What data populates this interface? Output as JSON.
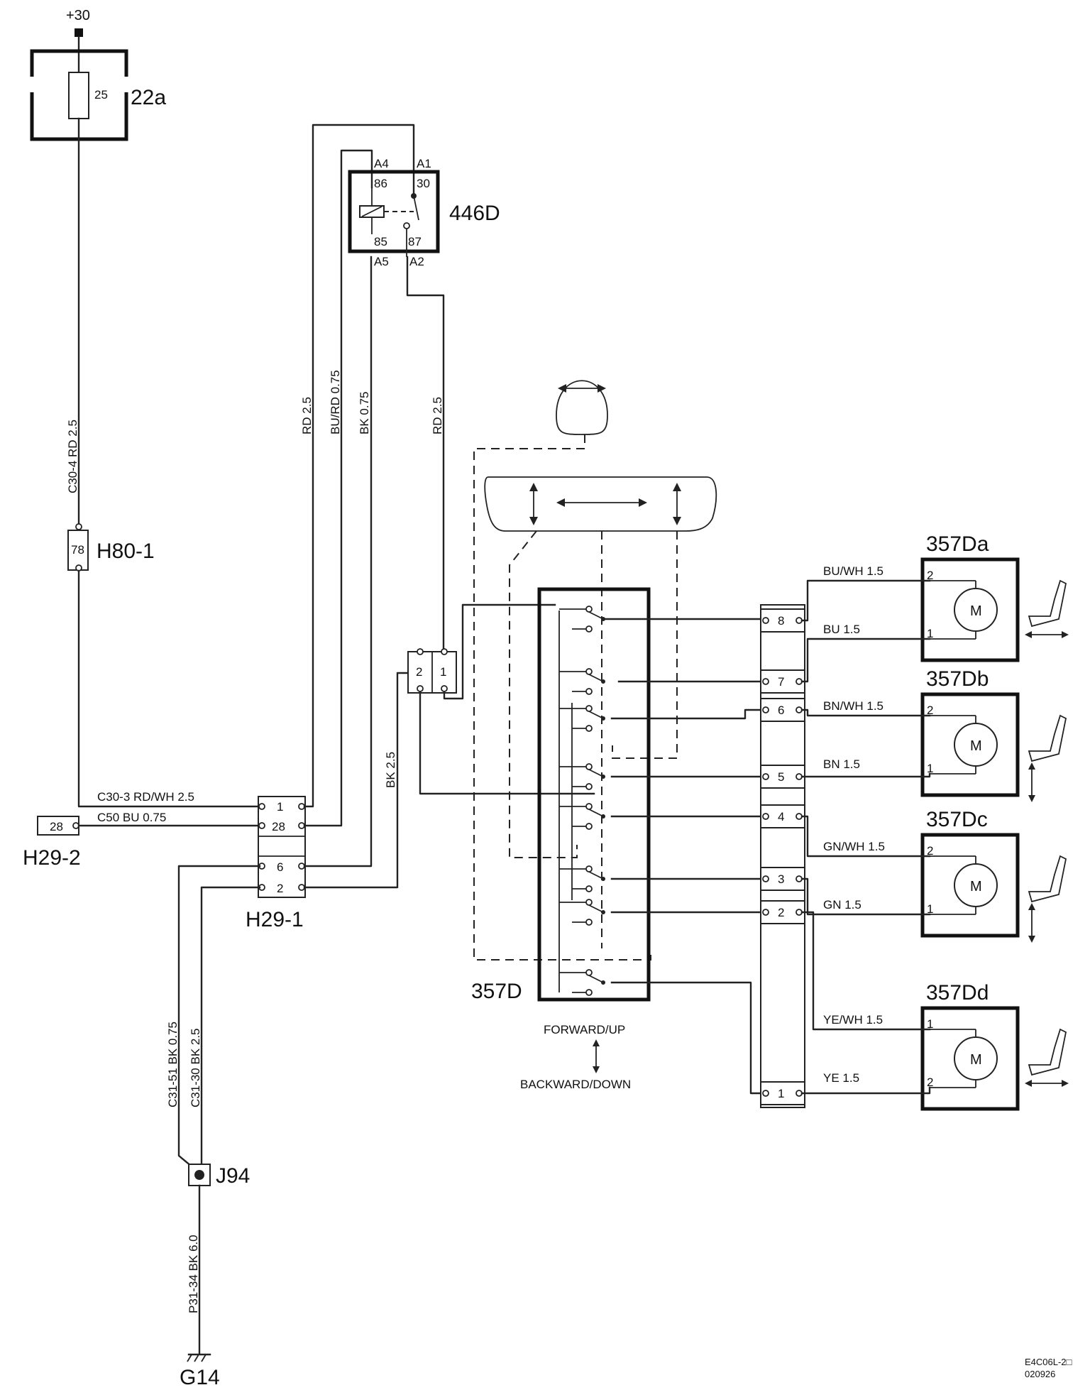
{
  "supply": {
    "label": "+30"
  },
  "fuse": {
    "rating": "25",
    "id": "22a"
  },
  "relay": {
    "id": "446D",
    "pins": {
      "a4": "A4",
      "a1": "A1",
      "p86": "86",
      "p30": "30",
      "p85": "85",
      "p87": "87",
      "a5": "A5",
      "a2": "A2"
    }
  },
  "wires": {
    "c30_4": "C30-4  RD  2.5",
    "rd_left": "RD  2.5",
    "bu_rd": "BU/RD  0.75",
    "bk_075": "BK  0.75",
    "rd_right": "RD  2.5",
    "bk_25": "BK  2.5",
    "c30_3": "C30-3   RD/WH   2.5",
    "c50": "C50   BU   0.75",
    "c31_51": "C31-51 BK  0.75",
    "c31_30": "C31-30  BK  2.5",
    "p31_34": "P31-34  BK  6.0"
  },
  "connectors": {
    "h80_1": {
      "id": "H80-1",
      "pin": "78"
    },
    "h29_2": {
      "id": "H29-2",
      "pin": "28"
    },
    "h29_1": {
      "id": "H29-1",
      "pins": [
        "1",
        "28",
        "6",
        "2"
      ]
    },
    "small": {
      "pins": [
        "2",
        "1"
      ]
    },
    "motor_conn": {
      "pins": [
        "8",
        "7",
        "6",
        "5",
        "4",
        "3",
        "2",
        "1"
      ]
    }
  },
  "switch": {
    "id": "357D",
    "forward": "FORWARD/UP",
    "backward": "BACKWARD/DOWN"
  },
  "motors": [
    {
      "id": "357Da",
      "wire_top": "BU/WH  1.5",
      "wire_bottom": "BU  1.5",
      "pin_top": "2",
      "pin_bottom": "1",
      "symbol": "M"
    },
    {
      "id": "357Db",
      "wire_top": "BN/WH  1.5",
      "wire_bottom": "BN  1.5",
      "pin_top": "2",
      "pin_bottom": "1",
      "symbol": "M"
    },
    {
      "id": "357Dc",
      "wire_top": "GN/WH  1.5",
      "wire_bottom": "GN  1.5",
      "pin_top": "2",
      "pin_bottom": "1",
      "symbol": "M"
    },
    {
      "id": "357Dd",
      "wire_top": "YE/WH  1.5",
      "wire_bottom": "YE  1.5",
      "pin_top": "1",
      "pin_bottom": "2",
      "symbol": "M"
    }
  ],
  "splice": {
    "id": "J94"
  },
  "ground": {
    "id": "G14"
  },
  "footer": {
    "code": "E4C06L-2□",
    "date": "020926"
  }
}
